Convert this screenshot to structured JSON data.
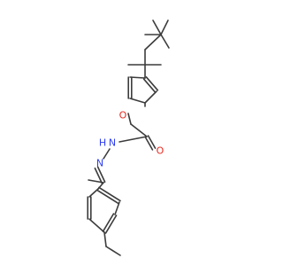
{
  "molecule": {
    "colors": {
      "bond": "#3c3c3c",
      "oxygen": "#e8281e",
      "nitrogen": "#2d3cf0",
      "background": "#ffffff"
    },
    "atom_labels": {
      "ether_oxygen": "O",
      "carbonyl_oxygen": "O",
      "amide_nitrogen_h": "H",
      "amide_nitrogen": "N",
      "imine_nitrogen": "N"
    }
  }
}
